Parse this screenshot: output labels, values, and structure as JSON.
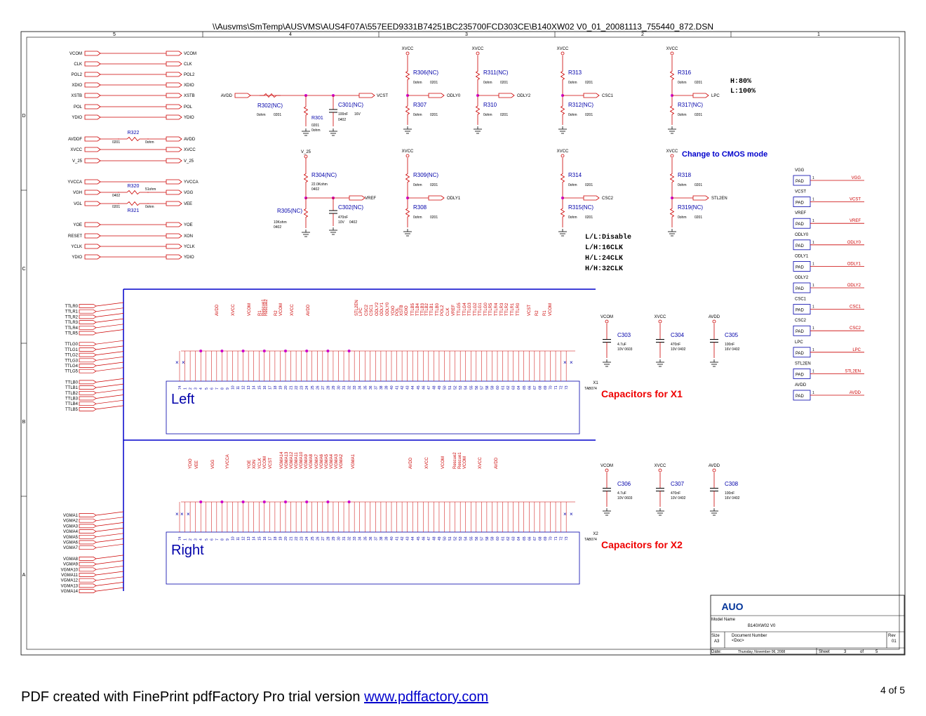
{
  "header": {
    "path": "\\\\Ausvms\\SmTemp\\AUSVMS\\AUS4F07A\\557EED9331B74251BC235700FCD303CE\\B140XW02 V0_01_20081113_755440_872.DSN"
  },
  "frame": {
    "cols": [
      "5",
      "4",
      "3",
      "2",
      "1"
    ],
    "rows": [
      "D",
      "C",
      "B",
      "A"
    ]
  },
  "left_nets": [
    {
      "in": "VCOM",
      "out": "VCOM"
    },
    {
      "in": "CLK",
      "out": "CLK"
    },
    {
      "in": "POL2",
      "out": "POL2"
    },
    {
      "in": "XDIO",
      "out": "XDIO"
    },
    {
      "in": "XSTB",
      "out": "XSTB"
    },
    {
      "in": "POL",
      "out": "POL"
    },
    {
      "in": "YDIO",
      "out": "YDIO"
    },
    {
      "in": "AVDDF",
      "out": "AVDD"
    },
    {
      "in": "XVCC",
      "out": "XVCC"
    },
    {
      "in": "V_25",
      "out": "V_25"
    },
    {
      "in": "YVCCA",
      "out": "YVCCA"
    },
    {
      "in": "VGH",
      "out": "VGG"
    },
    {
      "in": "VGL",
      "out": "VEE"
    },
    {
      "in": "YOE",
      "out": "YOE"
    },
    {
      "in": "RESET",
      "out": "XON"
    },
    {
      "in": "YCLK",
      "out": "YCLK"
    },
    {
      "in": "YDIO",
      "out": "YDIO"
    }
  ],
  "left_resistors": [
    {
      "ref": "R322",
      "pkg": "0201",
      "val": "0ohm"
    },
    {
      "ref": "R320",
      "pkg": "0402",
      "val": "51ohm"
    },
    {
      "ref": "R321",
      "pkg": "0201",
      "val": "0ohm"
    }
  ],
  "vcst": {
    "in": "AVDD",
    "out": "VCST",
    "r302": {
      "ref": "R302(NC)",
      "val": "0ohm",
      "pkg": "0201"
    },
    "r301": {
      "ref": "R301",
      "pkg": "0201",
      "val": "0ohm"
    },
    "c301": {
      "ref": "C301(NC)",
      "val": "100nF",
      "volt": "16V",
      "pkg": "0402"
    }
  },
  "vref": {
    "in": "V_25",
    "out": "VREF",
    "r304": {
      "ref": "R304(NC)",
      "val": "22.0Kohm",
      "pkg": "0402"
    },
    "r305": {
      "ref": "R305(NC)",
      "val": "10Kohm",
      "pkg": "0402"
    },
    "c302": {
      "ref": "C302(NC)",
      "val": "470nF",
      "volt": "10V",
      "pkg": "0402"
    }
  },
  "dividers": [
    {
      "supply": "XVCC",
      "rt": "R306(NC)",
      "rtval": "0ohm",
      "rtpkg": "0201",
      "net": "ODLY0",
      "rb": "R307",
      "rbval": "0ohm",
      "rbpkg": "0201"
    },
    {
      "supply": "XVCC",
      "rt": "R311(NC)",
      "rtval": "0ohm",
      "rtpkg": "0201",
      "net": "ODLY2",
      "rb": "R310",
      "rbval": "0ohm",
      "rbpkg": "0201"
    },
    {
      "supply": "XVCC",
      "rt": "R313",
      "rtval": "0ohm",
      "rtpkg": "0201",
      "net": "CSC1",
      "rb": "R312(NC)",
      "rbval": "0ohm",
      "rbpkg": "0201"
    },
    {
      "supply": "XVCC",
      "rt": "R316",
      "rtval": "0ohm",
      "rtpkg": "0201",
      "net": "LPC",
      "rb": "R317(NC)",
      "rbval": "0ohm",
      "rbpkg": "0201"
    },
    {
      "supply": "XVCC",
      "rt": "R309(NC)",
      "rtval": "0ohm",
      "rtpkg": "0201",
      "net": "ODLY1",
      "rb": "R308",
      "rbval": "0ohm",
      "rbpkg": "0201"
    },
    {
      "supply": "XVCC",
      "rt": "R314",
      "rtval": "0ohm",
      "rtpkg": "0201",
      "net": "CSC2",
      "rb": "R315(NC)",
      "rbval": "0ohm",
      "rbpkg": "0201"
    },
    {
      "supply": "XVCC",
      "rt": "R318",
      "rtval": "0ohm",
      "rtpkg": "0201",
      "net": "STL2EN",
      "rb": "R319(NC)",
      "rbval": "0ohm",
      "rbpkg": "0201"
    }
  ],
  "notes": {
    "lpc_h": "H:80%",
    "lpc_l": "L:100%",
    "cmos": "Change to CMOS mode",
    "csc": [
      "L/L:Disable",
      "L/H:16CLK",
      "H/L:24CLK",
      "H/H:32CLK"
    ]
  },
  "pads": [
    {
      "net": "VGG",
      "label": "PAD",
      "pin": "1",
      "out": "VGG"
    },
    {
      "net": "VCST",
      "label": "PAD",
      "pin": "1",
      "out": "VCST"
    },
    {
      "net": "VREF",
      "label": "PAD",
      "pin": "1",
      "out": "VREF"
    },
    {
      "net": "ODLY0",
      "label": "PAD",
      "pin": "1",
      "out": "ODLY0"
    },
    {
      "net": "ODLY1",
      "label": "PAD",
      "pin": "1",
      "out": "ODLY1"
    },
    {
      "net": "ODLY2",
      "label": "PAD",
      "pin": "1",
      "out": "ODLY2"
    },
    {
      "net": "CSC1",
      "label": "PAD",
      "pin": "1",
      "out": "CSC1"
    },
    {
      "net": "CSC2",
      "label": "PAD",
      "pin": "1",
      "out": "CSC2"
    },
    {
      "net": "LPC",
      "label": "PAD",
      "pin": "1",
      "out": "LPC"
    },
    {
      "net": "STL2EN",
      "label": "PAD",
      "pin": "1",
      "out": "STL2EN"
    },
    {
      "net": "AVDD",
      "label": "PAD",
      "pin": "1",
      "out": "AVDD"
    }
  ],
  "bus_left": [
    "TTLR0",
    "TTLR1",
    "TTLR2",
    "TTLR3",
    "TTLR4",
    "TTLR5",
    "TTLG0",
    "TTLG1",
    "TTLG2",
    "TTLG3",
    "TTLG4",
    "TTLG5",
    "TTLB0",
    "TTLB1",
    "TTLB2",
    "TTLB3",
    "TTLB4",
    "TTLB5"
  ],
  "bus_right": [
    "VGMA1",
    "VGMA2",
    "VGMA3",
    "VGMA4",
    "VGMA5",
    "VGMA6",
    "VGMA7",
    "VGMA8",
    "VGMA9",
    "VGMA10",
    "VGMA11",
    "VGMA12",
    "VGMA13",
    "VGMA14"
  ],
  "x1": {
    "ref": "X1",
    "part": "TAB074",
    "title": "Left",
    "signals": [
      "AVDD",
      "XVCC",
      "VCOM",
      "R1",
      "Rescue1",
      "Rescue2",
      "R2",
      "VCOM",
      "XVCC",
      "AVDD",
      "STL2EN",
      "LPC",
      "CSC2",
      "CSC1",
      "ODLY2",
      "ODLY1",
      "ODLY0",
      "YDIO",
      "POL",
      "XSTB",
      "XDIO",
      "TTLB5",
      "TTLB4",
      "TTLB3",
      "TTLB2",
      "TTLB1",
      "TTLB0",
      "POL2",
      "CLK",
      "VREF",
      "TTLG5",
      "TTLG4",
      "TTLG3",
      "TTLG2",
      "TTLG1",
      "TTLG0",
      "TTLR5",
      "TTLR4",
      "TTLR3",
      "TTLR2",
      "TTLR1",
      "TTLR0",
      "VCST",
      "R2",
      "R1",
      "VCOM"
    ],
    "caps_title": "Capacitors for X1",
    "caps": [
      {
        "ref": "C303",
        "rail": "VCOM",
        "val": "4.7uF",
        "spec": "10V  0603"
      },
      {
        "ref": "C304",
        "rail": "XVCC",
        "val": "470nF",
        "spec": "10V  0402"
      },
      {
        "ref": "C305",
        "rail": "AVDD",
        "val": "100nF",
        "spec": "16V  0402"
      }
    ]
  },
  "x2": {
    "ref": "X2",
    "part": "TAB074",
    "title": "Right",
    "signals": [
      "YDIO",
      "VEE",
      "VGG",
      "YVCCA",
      "YOE",
      "XON",
      "YCLK",
      "VCOM",
      "VCST",
      "VGMA14",
      "VGMA13",
      "VGMA12",
      "VGMA11",
      "VGMA10",
      "VGMA9",
      "VGMA8",
      "VGMA7",
      "VGMA6",
      "VGMA5",
      "VGMA4",
      "VGMA3",
      "VGMA2",
      "VGMA1",
      "AVDD",
      "XVCC",
      "VCOM",
      "Rescue2",
      "Rescue1",
      "VCOM",
      "XVCC",
      "AVDD"
    ],
    "caps_title": "Capacitors for X2",
    "caps": [
      {
        "ref": "C306",
        "rail": "VCOM",
        "val": "4.7uF",
        "spec": "10V  0603"
      },
      {
        "ref": "C307",
        "rail": "XVCC",
        "val": "470nF",
        "spec": "10V  0402"
      },
      {
        "ref": "C308",
        "rail": "AVDD",
        "val": "100nF",
        "spec": "16V  0402"
      }
    ]
  },
  "pin_numbers": [
    "74",
    "1",
    "2",
    "3",
    "4",
    "5",
    "6",
    "7",
    "8",
    "9",
    "10",
    "11",
    "12",
    "13",
    "14",
    "15",
    "16",
    "17",
    "18",
    "19",
    "20",
    "21",
    "22",
    "23",
    "24",
    "25",
    "26",
    "27",
    "28",
    "29",
    "30",
    "31",
    "32",
    "33",
    "34",
    "35",
    "36",
    "37",
    "38",
    "39",
    "40",
    "41",
    "42",
    "43",
    "44",
    "45",
    "46",
    "47",
    "48",
    "49",
    "50",
    "51",
    "52",
    "53",
    "54",
    "55",
    "56",
    "57",
    "58",
    "59",
    "60",
    "61",
    "62",
    "63",
    "64",
    "65",
    "66",
    "67",
    "68",
    "69",
    "70",
    "71",
    "72",
    "73"
  ],
  "title_block": {
    "logo": "AUO",
    "model_label": "Model Name",
    "model": "B140XW02 V0",
    "size_label": "Size",
    "size": "A3",
    "doc_label": "Document Number",
    "doc": "<Doc>",
    "rev_label": "Rev",
    "rev": "01",
    "date_label": "Date:",
    "date": "Thursday, November 06, 2008",
    "sheet_label": "Sheet",
    "sheet": "3",
    "of_label": "of",
    "of": "5"
  },
  "footer": {
    "text": "PDF created with FinePrint pdfFactory Pro trial version ",
    "link": "www.pdffactory.com",
    "page": "4 of 5"
  },
  "colors": {
    "net": "#cc0000",
    "bus": "#0000cc",
    "wire": "#cc0000",
    "junction": "#cc00cc",
    "ink": "#000000"
  }
}
